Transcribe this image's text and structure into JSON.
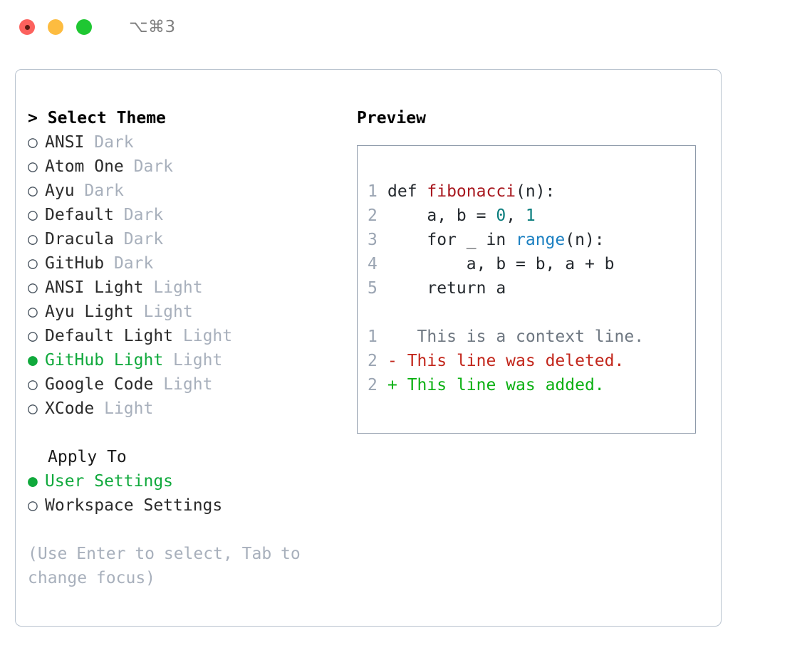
{
  "window": {
    "shortcut": "⌥⌘3",
    "traffic_lights": [
      {
        "name": "close",
        "color": "#fc615d"
      },
      {
        "name": "minimize",
        "color": "#fdbc40"
      },
      {
        "name": "zoom",
        "color": "#1fc732"
      }
    ]
  },
  "theme_picker": {
    "header_caret": ">",
    "header": "Select Theme",
    "bullet_unselected": "○",
    "bullet_selected": "●",
    "selected_color": "#10a93c",
    "tag_color": "#a8b0bc",
    "items": [
      {
        "bullet": "○",
        "label": "ANSI",
        "tag": "Dark",
        "selected": false
      },
      {
        "bullet": "○",
        "label": "Atom One",
        "tag": "Dark",
        "selected": false
      },
      {
        "bullet": "○",
        "label": "Ayu",
        "tag": "Dark",
        "selected": false
      },
      {
        "bullet": "○",
        "label": "Default",
        "tag": "Dark",
        "selected": false
      },
      {
        "bullet": "○",
        "label": "Dracula",
        "tag": "Dark",
        "selected": false
      },
      {
        "bullet": "○",
        "label": "GitHub",
        "tag": "Dark",
        "selected": false
      },
      {
        "bullet": "○",
        "label": "ANSI Light",
        "tag": "Light",
        "selected": false
      },
      {
        "bullet": "○",
        "label": "Ayu Light",
        "tag": "Light",
        "selected": false
      },
      {
        "bullet": "○",
        "label": "Default Light",
        "tag": "Light",
        "selected": false
      },
      {
        "bullet": "●",
        "label": "GitHub Light",
        "tag": "Light",
        "selected": true
      },
      {
        "bullet": "○",
        "label": "Google Code",
        "tag": "Light",
        "selected": false
      },
      {
        "bullet": "○",
        "label": "XCode",
        "tag": "Light",
        "selected": false
      }
    ]
  },
  "apply_to": {
    "header": "Apply To",
    "items": [
      {
        "bullet": "●",
        "label": "User Settings",
        "selected": true
      },
      {
        "bullet": "○",
        "label": "Workspace Settings",
        "selected": false
      }
    ]
  },
  "hint": "(Use Enter to select, Tab to change focus)",
  "preview": {
    "title": "Preview",
    "code_lines": [
      {
        "no": "1",
        "segments": [
          {
            "text": "def ",
            "style": "plain"
          },
          {
            "text": "fibonacci",
            "style": "fn"
          },
          {
            "text": "(n):",
            "style": "plain"
          }
        ]
      },
      {
        "no": "2",
        "segments": [
          {
            "text": "    a, b = ",
            "style": "plain"
          },
          {
            "text": "0",
            "style": "num"
          },
          {
            "text": ", ",
            "style": "plain"
          },
          {
            "text": "1",
            "style": "num"
          }
        ]
      },
      {
        "no": "3",
        "segments": [
          {
            "text": "    for _ in ",
            "style": "plain"
          },
          {
            "text": "range",
            "style": "call"
          },
          {
            "text": "(n):",
            "style": "plain"
          }
        ]
      },
      {
        "no": "4",
        "segments": [
          {
            "text": "        a, b = b, a + b",
            "style": "plain"
          }
        ]
      },
      {
        "no": "5",
        "segments": [
          {
            "text": "    return a",
            "style": "plain"
          }
        ]
      }
    ],
    "diff_lines": [
      {
        "no": "1",
        "marker": " ",
        "text": "  This is a context line.",
        "kind": "context"
      },
      {
        "no": "2",
        "marker": "-",
        "text": " This line was deleted.",
        "kind": "deleted"
      },
      {
        "no": "2",
        "marker": "+",
        "text": " This line was added.",
        "kind": "added"
      }
    ],
    "colors": {
      "function": "#a8181f",
      "number": "#0a7d7d",
      "call": "#1a7fc1",
      "context": "#6e7781",
      "deleted": "#c2261b",
      "added": "#0bb012",
      "line_number": "#9aa4b2"
    }
  }
}
